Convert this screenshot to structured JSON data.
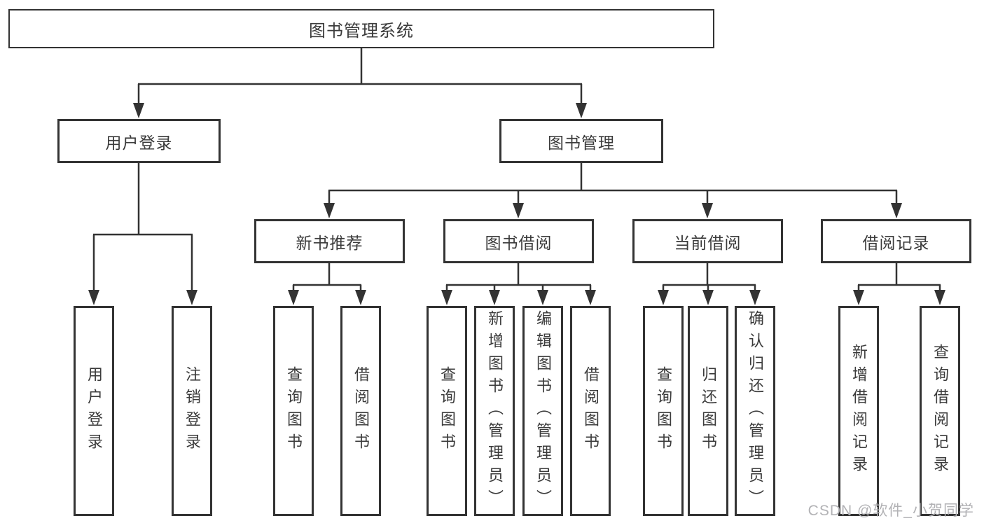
{
  "diagram": {
    "watermark": "CSDN @软件_小贺同学",
    "colors": {
      "line": "#333333",
      "box_border": "#333333",
      "text": "#3b3b3b",
      "watermark": "#b2b2b5",
      "background": "#ffffff"
    },
    "tree": {
      "root": {
        "label": "图书管理系统",
        "children": [
          {
            "label": "用户登录",
            "children": [
              {
                "label": "用户登录"
              },
              {
                "label": "注销登录"
              }
            ]
          },
          {
            "label": "图书管理",
            "children": [
              {
                "label": "新书推荐",
                "children": [
                  {
                    "label": "查询图书"
                  },
                  {
                    "label": "借阅图书"
                  }
                ]
              },
              {
                "label": "图书借阅",
                "children": [
                  {
                    "label": "查询图书"
                  },
                  {
                    "label": "新增图书（管理员）"
                  },
                  {
                    "label": "编辑图书（管理员）"
                  },
                  {
                    "label": "借阅图书"
                  }
                ]
              },
              {
                "label": "当前借阅",
                "children": [
                  {
                    "label": "查询图书"
                  },
                  {
                    "label": "归还图书"
                  },
                  {
                    "label": "确认归还（管理员）"
                  }
                ]
              },
              {
                "label": "借阅记录",
                "children": [
                  {
                    "label": "新增借阅记录"
                  },
                  {
                    "label": "查询借阅记录"
                  }
                ]
              }
            ]
          }
        ]
      }
    }
  }
}
